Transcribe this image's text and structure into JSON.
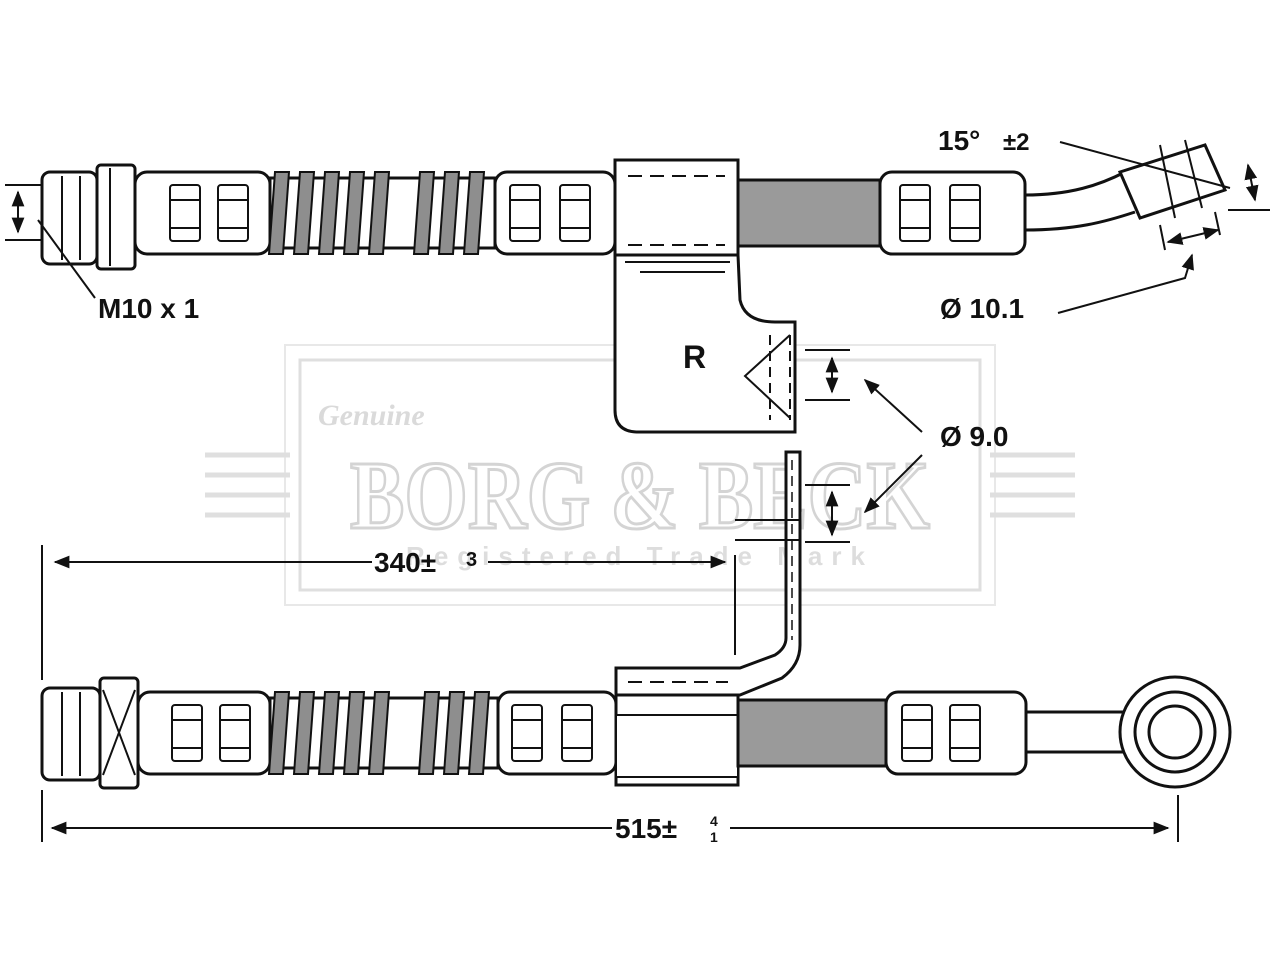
{
  "labels": {
    "thread": "M10 x 1",
    "angle": "15°",
    "angle_tol": "±2",
    "dia_tip": "Ø 10.1",
    "bracket_letter": "R",
    "dia_hole": "Ø 9.0",
    "len_bracket": "340±",
    "len_bracket_tol": "3",
    "len_total": "515±",
    "len_total_tol_upper": "4",
    "len_total_tol_lower": "1"
  },
  "watermark": {
    "script": "Genuine",
    "brand": "BORG & BECK",
    "tagline": "Registered Trade Mark"
  },
  "colors": {
    "line": "#111111",
    "fill_gray": "#9a9a9a",
    "watermark": "#d6d6d6"
  }
}
